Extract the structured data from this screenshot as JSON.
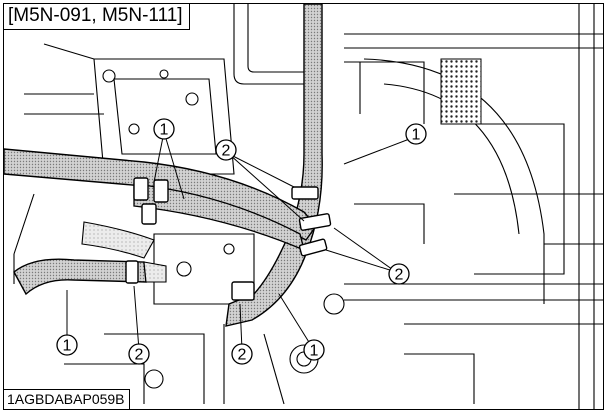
{
  "header": {
    "model_label": "[M5N-091, M5N-111]"
  },
  "footer": {
    "figure_id": "1AGBDABAP059B"
  },
  "callouts": {
    "hose": "1",
    "clamp": "2"
  },
  "colors": {
    "line": "#000000",
    "hose_fill": "#bdbdbd",
    "background": "#ffffff"
  }
}
